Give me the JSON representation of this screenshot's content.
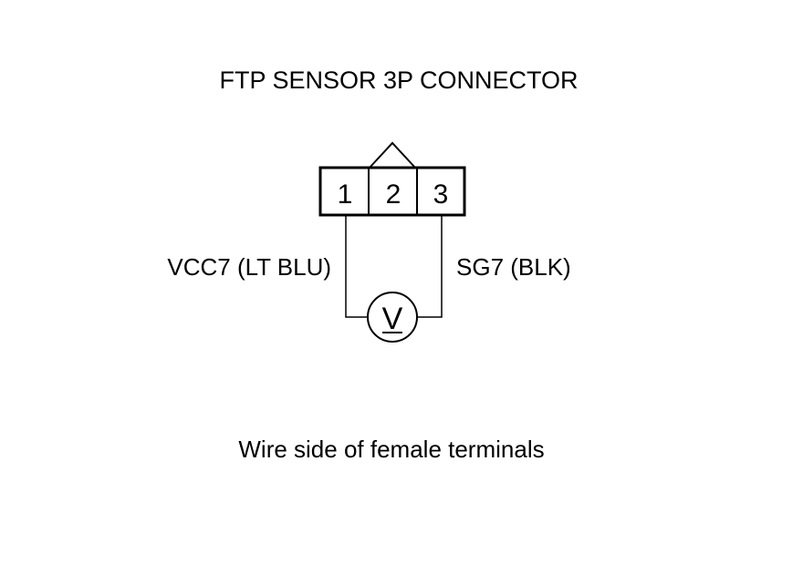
{
  "title": "FTP SENSOR 3P CONNECTOR",
  "connector": {
    "pins": [
      "1",
      "2",
      "3"
    ]
  },
  "wires": {
    "left_label": "VCC7 (LT BLU)",
    "right_label": "SG7 (BLK)"
  },
  "meter": {
    "symbol": "V"
  },
  "caption": "Wire side of female terminals",
  "colors": {
    "ink": "#000000",
    "background": "#ffffff"
  }
}
